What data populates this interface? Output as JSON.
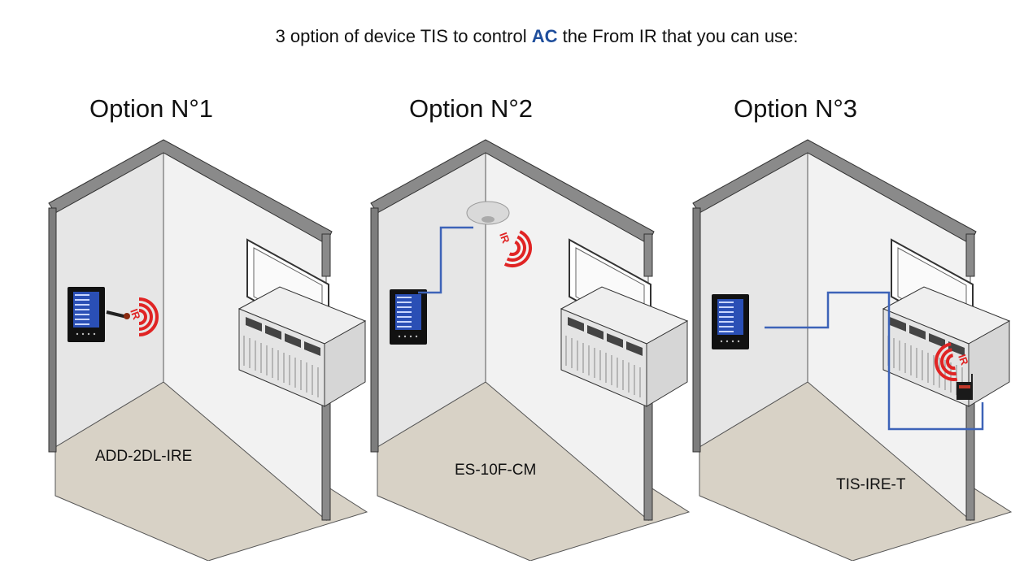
{
  "header": {
    "prefix": "3 option of device TIS to control ",
    "accent": "AC",
    "suffix": " the From IR that you can use:"
  },
  "options": [
    {
      "title": "Option N°1",
      "model": "ADD-2DL-IRE"
    },
    {
      "title": "Option N°2",
      "model": "ES-10F-CM"
    },
    {
      "title": "Option N°3",
      "model": "TIS-IRE-T"
    }
  ],
  "ir_label": "IR",
  "colors": {
    "wire": "#3d63b8",
    "ir_wave": "#e02424",
    "floor": "#d8d2c6",
    "wall_light": "#f2f2f2",
    "wall_shade": "#e6e6e6",
    "wall_edge": "#555555",
    "panel": "#111111",
    "panel_screen": "#2a4fb5",
    "accent": "#1f4e9c"
  },
  "icons": [
    "wall-panel-icon",
    "ir-emitter-icon",
    "ceiling-sensor-icon",
    "window-ac-icon",
    "ir-transmitter-box-icon"
  ]
}
